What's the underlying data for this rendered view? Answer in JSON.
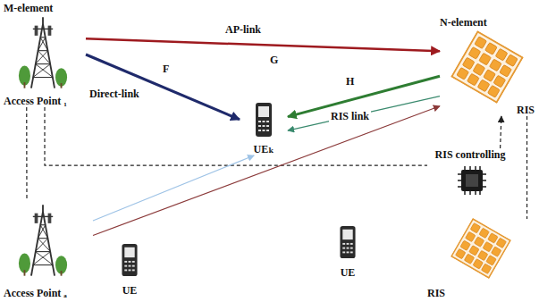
{
  "diagram": {
    "nodes": [
      {
        "text": [
          "M-element",
          "Access Point ₁"
        ]
      },
      {
        "text": [
          "N-element",
          "RIS"
        ]
      },
      {
        "text": [
          "UEₖ"
        ]
      },
      {
        "text": [
          "RIS controlling"
        ]
      },
      {
        "text": [
          "Access Point ₐ"
        ]
      },
      {
        "text": [
          "UE"
        ]
      },
      {
        "text": [
          "UE"
        ]
      },
      {
        "text": [
          "RIS"
        ]
      }
    ],
    "edges": [
      {
        "from": 0,
        "to": 1,
        "arrow": "to",
        "label": "AP-link"
      },
      {
        "from": 0,
        "to": 2,
        "arrow": "to",
        "label": "Direct-link"
      },
      {
        "from": 1,
        "to": 2,
        "arrow": "to",
        "label": "H"
      },
      {
        "from": 1,
        "to": 2,
        "arrow": "to",
        "label": "RIS link"
      },
      {
        "from": 0,
        "to": 3,
        "arrow": "none"
      },
      {
        "from": 3,
        "to": 1,
        "arrow": "to"
      },
      {
        "from": 0,
        "to": 4,
        "arrow": "none"
      },
      {
        "from": 4,
        "to": 2,
        "arrow": "to"
      },
      {
        "from": 4,
        "to": 1,
        "arrow": "to"
      },
      {
        "from": 1,
        "to": 7,
        "arrow": "none"
      }
    ],
    "labels": [
      "G",
      "F"
    ]
  }
}
